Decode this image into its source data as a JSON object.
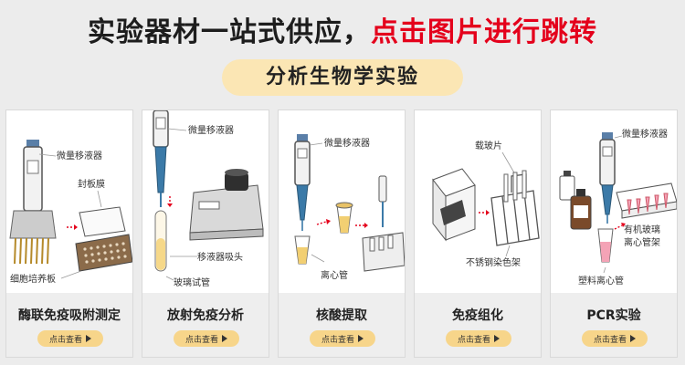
{
  "header": {
    "title_part1": "实验器材一站式供应，",
    "title_part2": "点击图片进行跳转",
    "accent_color": "#e4001b"
  },
  "section_pill": {
    "label": "分析生物学实验",
    "color": "#fbe6b4"
  },
  "cards": [
    {
      "title": "酶联免疫吸附测定",
      "button": "点击查看",
      "labels": {
        "pipette": "微量移液器",
        "film": "封板膜",
        "plate": "细胞培养板"
      }
    },
    {
      "title": "放射免疫分析",
      "button": "点击查看",
      "labels": {
        "pipette": "微量移液器",
        "tip": "移液器吸头",
        "tube": "玻璃试管"
      }
    },
    {
      "title": "核酸提取",
      "button": "点击查看",
      "labels": {
        "pipette": "微量移液器",
        "tube": "离心管"
      }
    },
    {
      "title": "免疫组化",
      "button": "点击查看",
      "labels": {
        "slide": "载玻片",
        "rack": "不锈钢染色架"
      }
    },
    {
      "title": "PCR实验",
      "button": "点击查看",
      "labels": {
        "pipette": "微量移液器",
        "rack": "有机玻璃离心管架",
        "tube": "塑料离心管"
      }
    }
  ],
  "icons": [
    "play-triangle-icon",
    "arrow-right-icon"
  ]
}
